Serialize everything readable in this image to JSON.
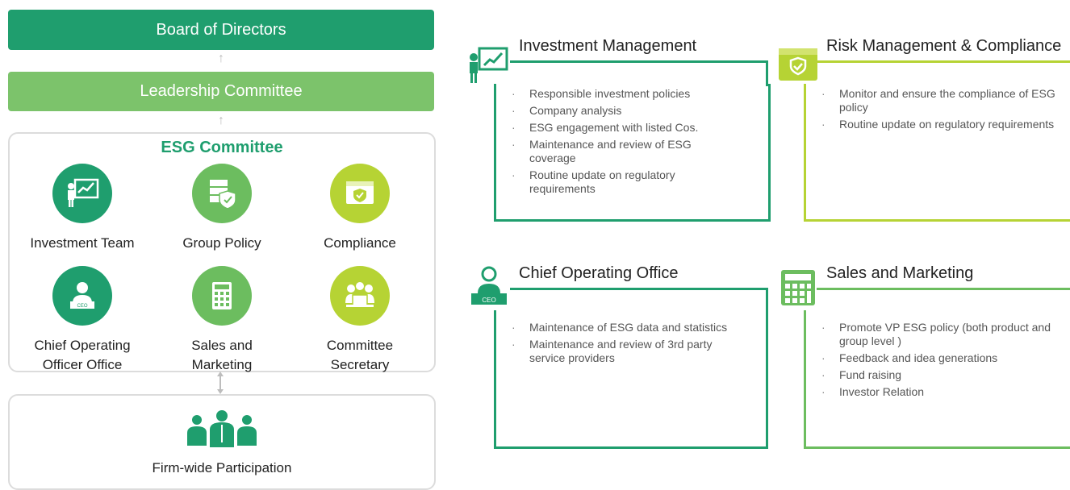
{
  "org": {
    "board": "Board of Directors",
    "leadership": "Leadership Committee",
    "esg_committee": {
      "title": "ESG Committee",
      "members": [
        {
          "label_line1": "Investment Team",
          "label_line2": "",
          "icon": "investment-chart-icon",
          "color": "#1f9e6e"
        },
        {
          "label_line1": "Group Policy",
          "label_line2": "",
          "icon": "server-shield-icon",
          "color": "#6cbd5f"
        },
        {
          "label_line1": "Compliance",
          "label_line2": "",
          "icon": "browser-shield-icon",
          "color": "#b6d334"
        },
        {
          "label_line1": "Chief Operating",
          "label_line2": "Officer Office",
          "icon": "ceo-person-icon",
          "color": "#1f9e6e"
        },
        {
          "label_line1": "Sales and",
          "label_line2": "Marketing",
          "icon": "calculator-icon",
          "color": "#6cbd5f"
        },
        {
          "label_line1": "Committee",
          "label_line2": "Secretary",
          "icon": "team-meeting-icon",
          "color": "#b6d334"
        }
      ]
    },
    "firm_wide": "Firm-wide Participation"
  },
  "sections": {
    "investment": {
      "title": "Investment Management",
      "icon": "investment-chart-icon",
      "items": [
        "Responsible investment policies",
        "Company analysis",
        "ESG engagement with listed Cos.",
        "Maintenance and review of ESG coverage",
        "Routine update on regulatory requirements"
      ]
    },
    "risk": {
      "title": "Risk Management & Compliance",
      "icon": "browser-shield-icon",
      "items": [
        "Monitor and ensure the compliance of ESG policy",
        "Routine update on regulatory requirements"
      ]
    },
    "coo": {
      "title": "Chief Operating Office",
      "icon": "ceo-person-icon",
      "items": [
        "Maintenance of ESG data and statistics",
        "Maintenance and review of 3rd party service providers"
      ]
    },
    "sales": {
      "title": "Sales and Marketing",
      "icon": "calculator-icon",
      "items": [
        "Promote VP ESG policy (both product and group level )",
        "Feedback and idea generations",
        "Fund raising",
        "Investor Relation"
      ]
    }
  },
  "colors": {
    "dark_green": "#1f9e6e",
    "mid_green": "#6cbd5f",
    "lime": "#b6d334",
    "leadership_green": "#7cc36b"
  }
}
